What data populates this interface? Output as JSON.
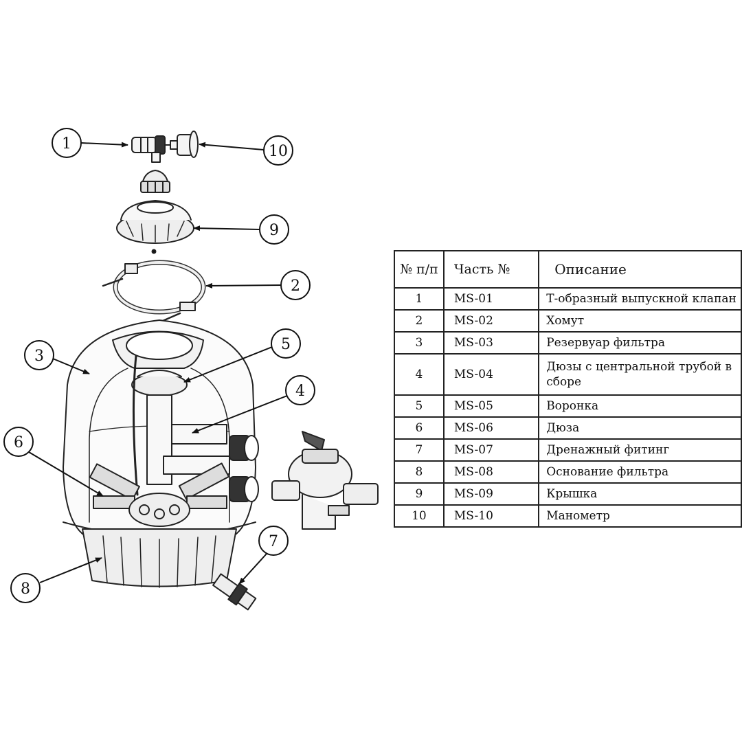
{
  "callouts": [
    "1",
    "10",
    "9",
    "2",
    "3",
    "5",
    "4",
    "6",
    "7",
    "8"
  ],
  "table": {
    "headers": [
      "№ п/п",
      "Часть №",
      "Описание"
    ],
    "rows": [
      {
        "n": "1",
        "part": "MS-01",
        "desc": "Т-образный выпускной клапан"
      },
      {
        "n": "2",
        "part": "MS-02",
        "desc": "Хомут"
      },
      {
        "n": "3",
        "part": "MS-03",
        "desc": "Резервуар фильтра"
      },
      {
        "n": "4",
        "part": "MS-04",
        "desc": "Дюзы с центральной трубой в сборе"
      },
      {
        "n": "5",
        "part": "MS-05",
        "desc": "Воронка"
      },
      {
        "n": "6",
        "part": "MS-06",
        "desc": "Дюза"
      },
      {
        "n": "7",
        "part": "MS-07",
        "desc": "Дренажный фитинг"
      },
      {
        "n": "8",
        "part": "MS-08",
        "desc": "Основание фильтра"
      },
      {
        "n": "9",
        "part": "MS-09",
        "desc": "Крышка"
      },
      {
        "n": "10",
        "part": "MS-10",
        "desc": "Манометр"
      }
    ]
  }
}
